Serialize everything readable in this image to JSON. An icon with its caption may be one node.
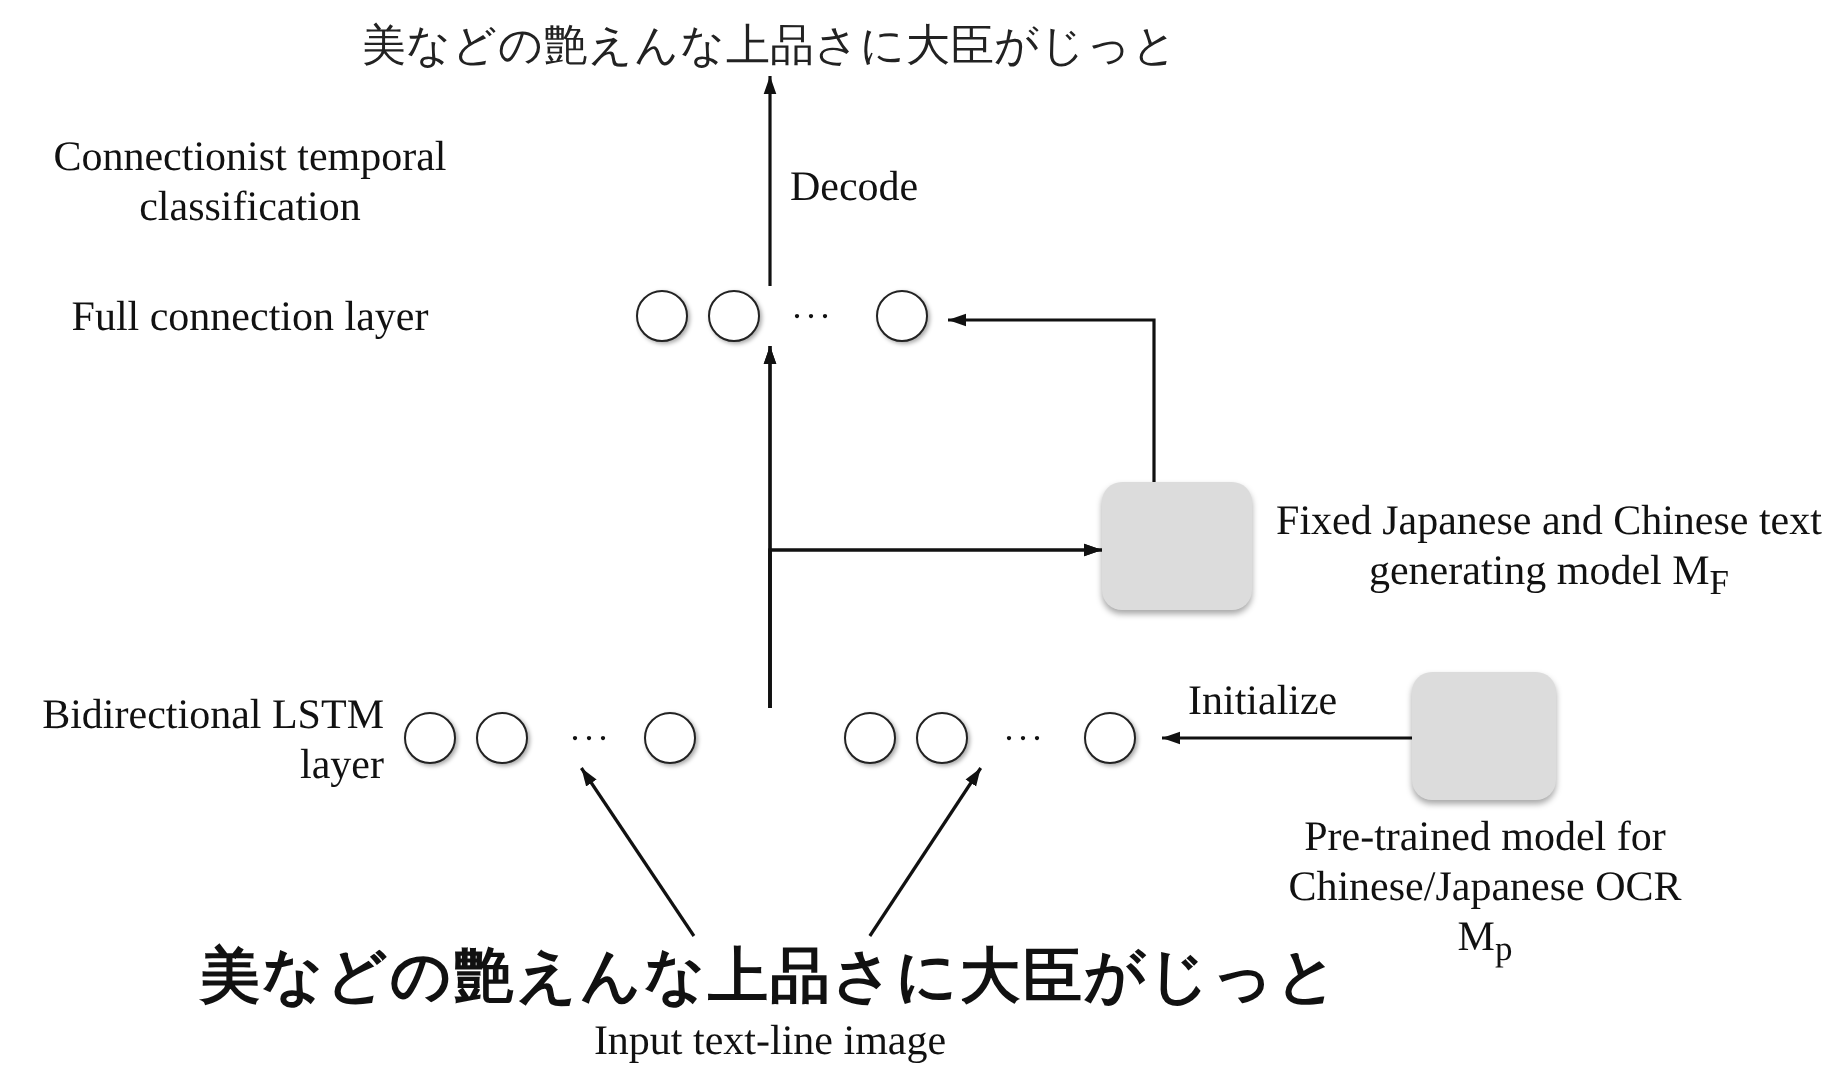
{
  "diagram": {
    "nodes": [
      {
        "text": [
          "美などの艶えんな上品さに大臣がじっと"
        ]
      },
      {
        "text": [],
        "shape": "circle"
      },
      {
        "text": [],
        "shape": "box",
        "beside": [
          "Fixed Japanese and Chinese text generating model M$_{F}$"
        ]
      },
      {
        "text": [],
        "shape": "circle"
      },
      {
        "text": [],
        "shape": "circle"
      },
      {
        "text": [],
        "shape": "box",
        "beside": [
          "Pre-trained model for Chinese/Japanese OCR M$_{p}$"
        ]
      },
      {
        "text": [
          "美などの艶えんな上品さに大臣がじっと"
        ],
        "beside": [
          "Input text-line image"
        ]
      }
    ],
    "edges": [
      {
        "from": 1,
        "to": 0,
        "arrow": "to",
        "label": "Decode"
      },
      {
        "from": 3,
        "to": 1,
        "arrow": "to"
      },
      {
        "from": 4,
        "to": 1,
        "arrow": "to"
      },
      {
        "from": 3,
        "to": 2,
        "arrow": "to"
      },
      {
        "from": 4,
        "to": 2,
        "arrow": "to"
      },
      {
        "from": 2,
        "to": 1,
        "arrow": "to"
      },
      {
        "from": 5,
        "to": 4,
        "arrow": "to",
        "label": "Initialize"
      },
      {
        "from": 6,
        "to": 3,
        "arrow": "to"
      },
      {
        "from": 6,
        "to": 4,
        "arrow": "to"
      }
    ],
    "labels": [
      "Connectionist temporal classification",
      "Full connection layer",
      "···",
      "Bidirectional LSTM layer",
      "···",
      "···"
    ]
  }
}
